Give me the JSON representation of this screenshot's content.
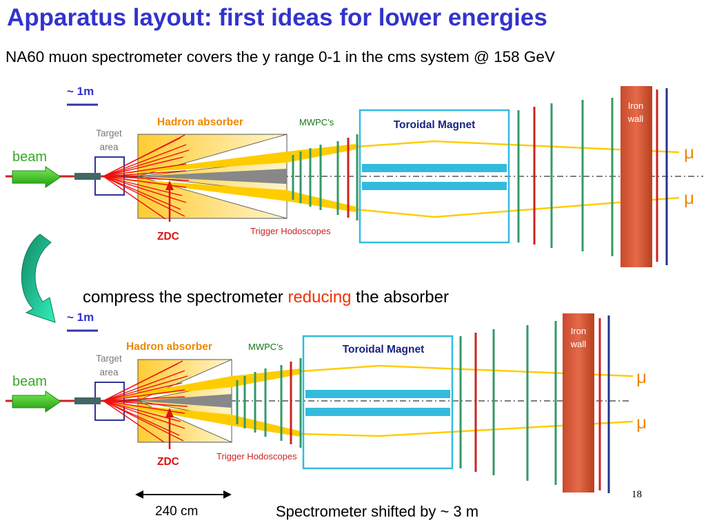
{
  "slide": {
    "title": "Apparatus layout: first ideas for lower energies",
    "subtitle": "NA60 muon spectrometer covers the y range 0-1 in the cms system @ 158 GeV",
    "compress_text_before": "compress the spectrometer ",
    "compress_text_highlight": "reducing",
    "compress_text_after": " the absorber",
    "page_number": "18",
    "length_label": "240 cm",
    "shift_label": "Spectrometer shifted by ~ 3 m"
  },
  "top_diagram": {
    "scale_label": "~ 1m",
    "beam_label": "beam",
    "target_label_line1": "Target",
    "target_label_line2": "area",
    "absorber_label": "Hadron absorber",
    "mwpc_label": "MWPC’s",
    "magnet_label": "Toroidal Magnet",
    "iron_label_line1": "Iron",
    "iron_label_line2": "wall",
    "zdc_label": "ZDC",
    "trigger_label": "Trigger Hodoscopes",
    "muon_upper": "μ",
    "muon_lower": "μ"
  },
  "bottom_diagram": {
    "scale_label": "~ 1m",
    "beam_label": "beam",
    "target_label_line1": "Target",
    "target_label_line2": "area",
    "absorber_label": "Hadron absorber",
    "mwpc_label": "MWPC’s",
    "magnet_label": "Toroidal Magnet",
    "iron_label_line1": "Iron",
    "iron_label_line2": "wall",
    "zdc_label": "ZDC",
    "trigger_label": "Trigger Hodoscopes",
    "muon_upper": "μ",
    "muon_lower": "μ"
  },
  "colors": {
    "title": "#3333cc",
    "highlight": "#ee3300",
    "beam_arrow": "#44cc33",
    "absorber_fill": "#ffd966",
    "magnet_border": "#33bbdd",
    "iron_wall": "#d9583a",
    "muon_track": "#ffcc00",
    "label_orange": "#ee8800",
    "label_red": "#dd1111",
    "mwpc_green": "#117711",
    "detector_green": "#339966",
    "detector_red": "#cc2222",
    "detector_navy": "#223388",
    "curved_arrow": "#11aa88"
  }
}
